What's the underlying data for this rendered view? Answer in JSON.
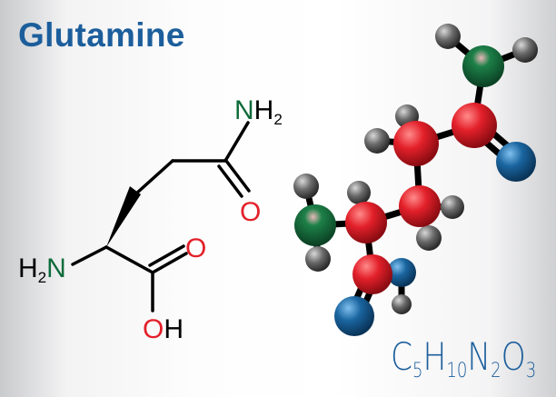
{
  "title": "Glutamine",
  "structure": {
    "amide_n": "N",
    "amide_h2": "H",
    "amide_h2_sub": "2",
    "amide_o": "O",
    "amine_h": "H",
    "amine_sub": "2",
    "amine_n": "N",
    "carboxyl_o": "O",
    "hydroxyl_o": "O",
    "hydroxyl_h": "H"
  },
  "formula": {
    "parts": [
      {
        "el": "C",
        "n": "5"
      },
      {
        "el": "H",
        "n": "10"
      },
      {
        "el": "N",
        "n": "2"
      },
      {
        "el": "O",
        "n": "3"
      }
    ]
  },
  "colors": {
    "title": "#1c5e9c",
    "nitrogen": "#0e6b3a",
    "oxygen": "#e3202a",
    "carbon_ball": "#d8202a",
    "oxygen_ball": "#135a8c",
    "nitrogen_ball": "#167040",
    "hydrogen_ball": "#6a6a6a"
  }
}
